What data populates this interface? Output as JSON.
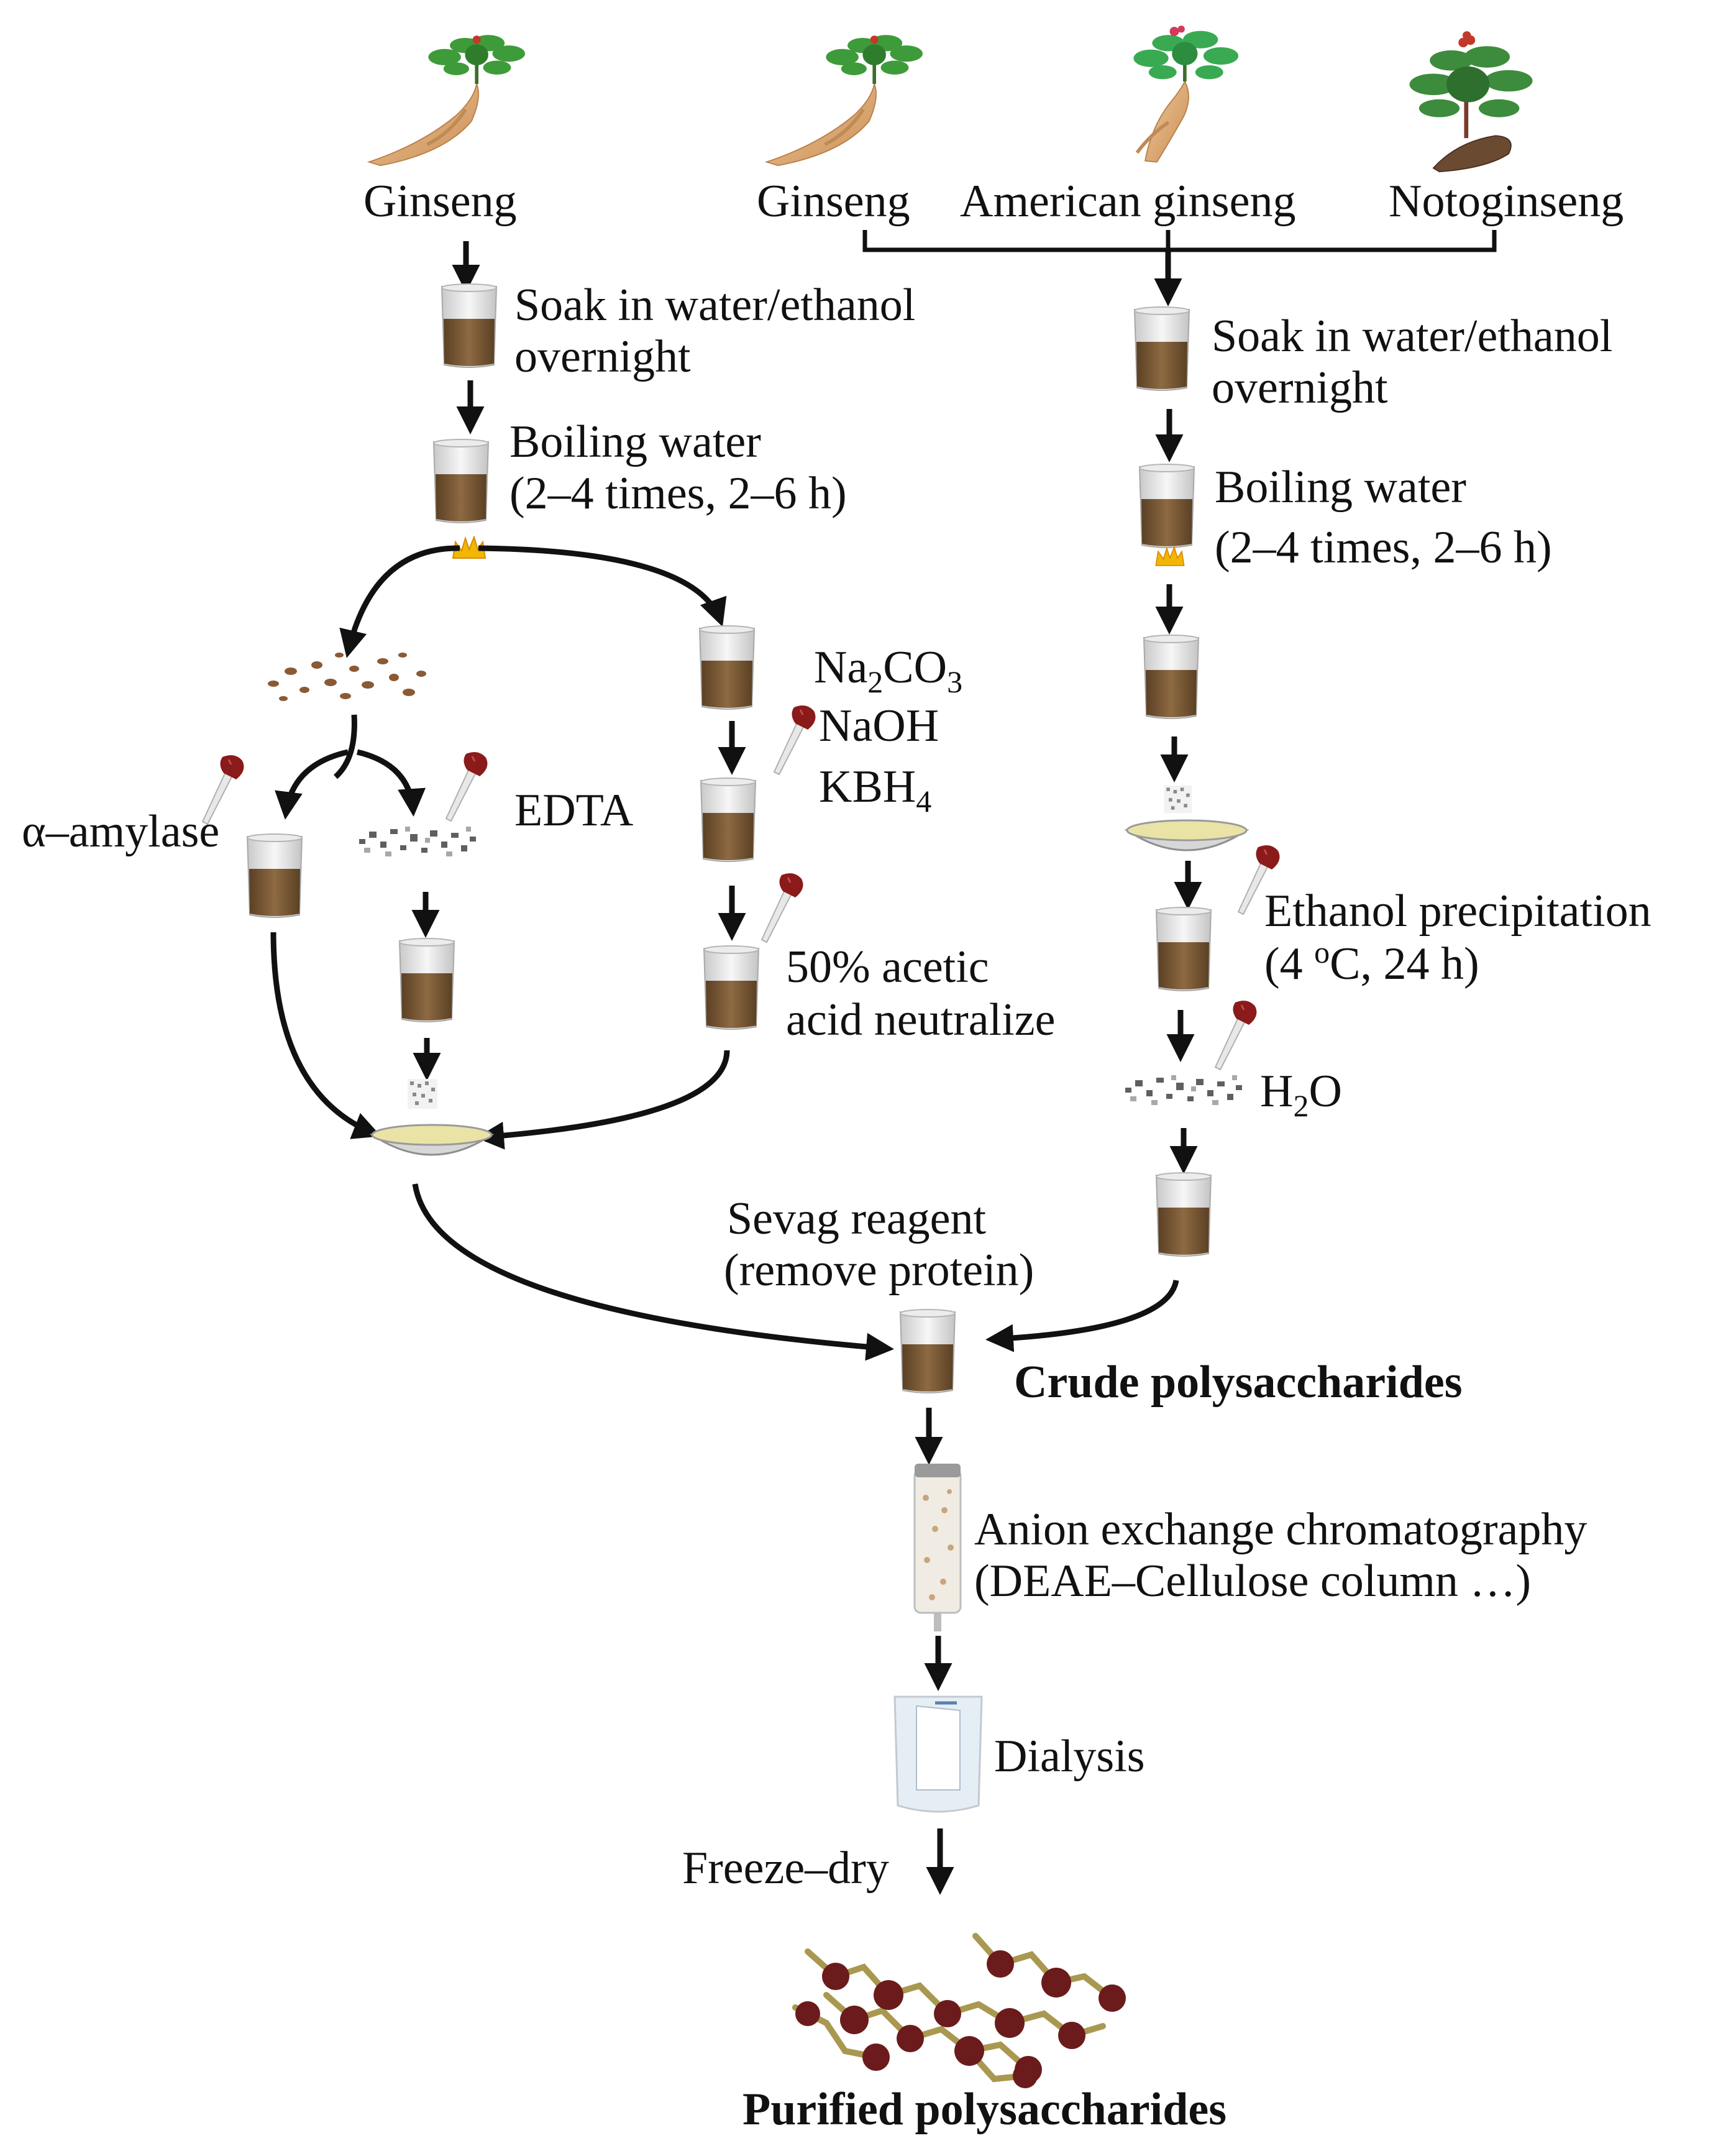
{
  "sources": {
    "left_ginseng": "Ginseng",
    "right_ginseng": "Ginseng",
    "american_ginseng": "American  ginseng",
    "notoginseng": "Notoginseng"
  },
  "left_flow": {
    "soak_line1": "Soak  in water/ethanol",
    "soak_line2": "overnight",
    "boil_line1": "Boiling water",
    "boil_line2": "(2–4 times, 2–6 h)",
    "alpha_amylase": "α–amylase",
    "edta": "EDTA",
    "na2co3_base": "Na",
    "na2co3_sub1": "2",
    "na2co3_mid": "CO",
    "na2co3_sub2": "3",
    "naoh": "NaOH",
    "kbh4_base": "KBH",
    "kbh4_sub": "4",
    "acetic_line1": "50% acetic",
    "acetic_line2": "acid neutralize"
  },
  "right_flow": {
    "soak_line1": "Soak  in water/ethanol",
    "soak_line2": "overnight",
    "boil_line1": "Boiling water",
    "boil_line2": "(2–4 times, 2–6 h)",
    "ethanol_line1": "Ethanol precipitation",
    "ethanol_line2_a": "(4 ",
    "ethanol_line2_sup": "o",
    "ethanol_line2_b": "C, 24 h)",
    "water_base": "H",
    "water_sub": "2",
    "water_tail": "O"
  },
  "merge": {
    "sevag_line1": "Sevag reagent",
    "sevag_line2": "(remove  protein)",
    "crude": "Crude  polysaccharides"
  },
  "purification": {
    "anion_line1": "Anion  exchange  chromatography",
    "anion_line2": "(DEAE–Cellulose column  …)",
    "dialysis": "Dialysis",
    "freeze_dry": "Freeze–dry",
    "purified": "Purified  polysaccharides"
  },
  "colors": {
    "beaker_liquid": "#7a5a35",
    "beaker_glass": "#dedede",
    "plant_leaf": "#3e9b3a",
    "root": "#d9a776",
    "dropper_bulb": "#8b1a1a",
    "flame": "#f2b705",
    "dish_liquid": "#e9e3a6",
    "polysaccharide_node": "#6b1b1b",
    "polysaccharide_link": "#a99850"
  },
  "icons": [
    "ginseng-plant-icon",
    "american-ginseng-plant-icon",
    "notoginseng-plant-icon",
    "beaker-icon",
    "dropper-icon",
    "flame-icon",
    "evaporating-dish-icon",
    "powder-icon",
    "chromatography-column-icon",
    "dialysis-bag-icon",
    "polysaccharide-network-icon"
  ]
}
